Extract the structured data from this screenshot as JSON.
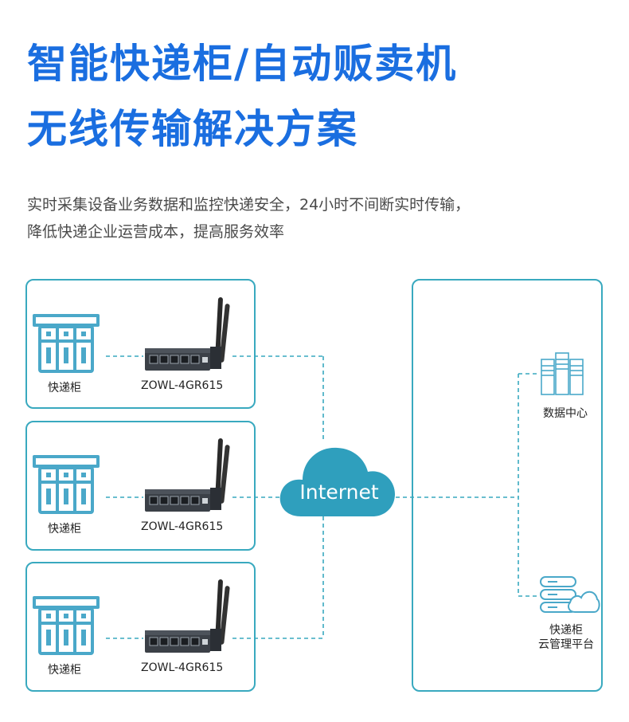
{
  "header": {
    "title_line1": "智能快递柜/自动贩卖机",
    "title_line2": "无线传输解决方案",
    "desc_line1": "实时采集设备业务数据和监控快递安全，24小时不间断实时传输，",
    "desc_line2": "降低快递企业运营成本，提高服务效率"
  },
  "sites": [
    {
      "locker_label": "快递柜",
      "router_label": "ZOWL-4GR615"
    },
    {
      "locker_label": "快递柜",
      "router_label": "ZOWL-4GR615"
    },
    {
      "locker_label": "快递柜",
      "router_label": "ZOWL-4GR615"
    }
  ],
  "cloud": {
    "label": "Internet"
  },
  "servers": {
    "data_center_label": "数据中心",
    "platform_label_line1": "快递柜",
    "platform_label_line2": "云管理平台"
  },
  "colors": {
    "title": "#1a6ee0",
    "accent": "#39a9bf",
    "cloud": "#2f9fbd",
    "icon": "#4aa8c9"
  }
}
